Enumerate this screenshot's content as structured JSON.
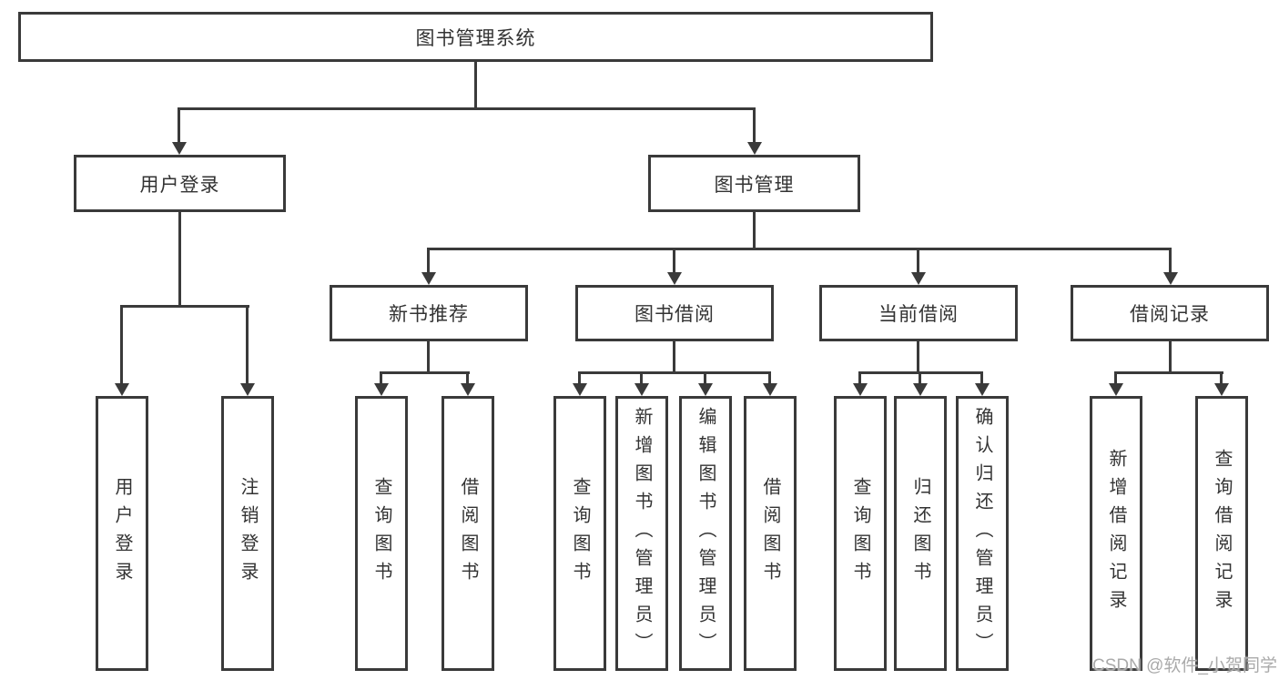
{
  "colors": {
    "line": "#3a3a3a",
    "text": "#333333",
    "watermark": "#aaaaaa",
    "background": "#ffffff"
  },
  "watermark": "CSDN @软件_小贺同学",
  "tree": {
    "root": {
      "label": "图书管理系统"
    },
    "branches": [
      {
        "label": "用户登录",
        "children": [
          "用户登录",
          "注销登录"
        ]
      },
      {
        "label": "图书管理",
        "children": [
          {
            "label": "新书推荐",
            "children": [
              "查询图书",
              "借阅图书"
            ]
          },
          {
            "label": "图书借阅",
            "children": [
              "查询图书",
              "新增图书（管理员）",
              "编辑图书（管理员）",
              "借阅图书"
            ]
          },
          {
            "label": "当前借阅",
            "children": [
              "查询图书",
              "归还图书",
              "确认归还（管理员）"
            ]
          },
          {
            "label": "借阅记录",
            "children": [
              "新增借阅记录",
              "查询借阅记录"
            ]
          }
        ]
      }
    ]
  }
}
